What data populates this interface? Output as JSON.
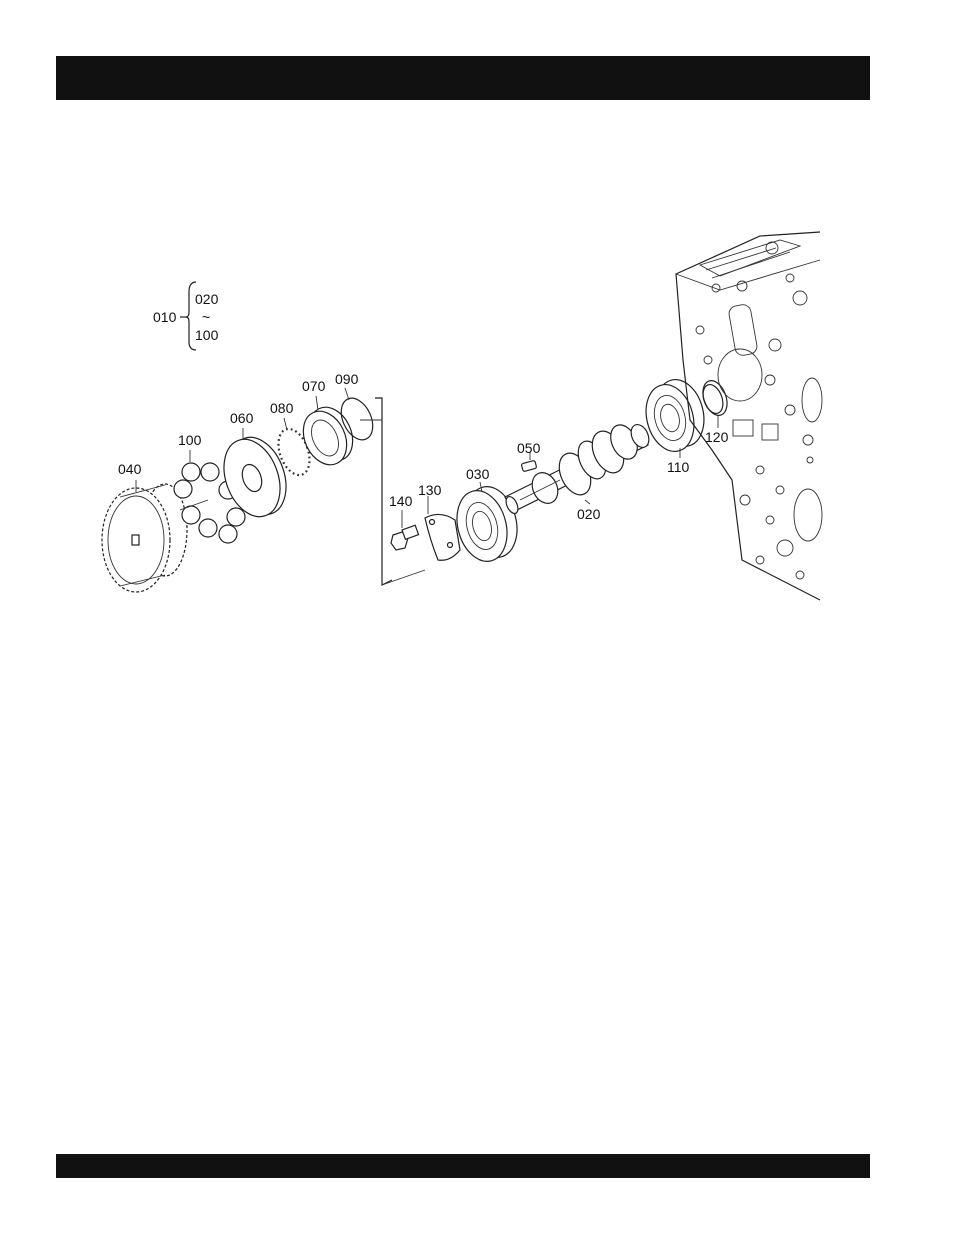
{
  "header_bar": {
    "text": ""
  },
  "footer_bar": {
    "text": ""
  },
  "diagram": {
    "legend": {
      "assembly": "010",
      "from": "020",
      "range_mark": "~",
      "to": "100"
    },
    "callouts": {
      "p040": "040",
      "p100": "100",
      "p060": "060",
      "p080": "080",
      "p070": "070",
      "p090": "090",
      "p140": "140",
      "p130": "130",
      "p030": "030",
      "p050": "050",
      "p020": "020",
      "p110": "110",
      "p120": "120"
    }
  }
}
